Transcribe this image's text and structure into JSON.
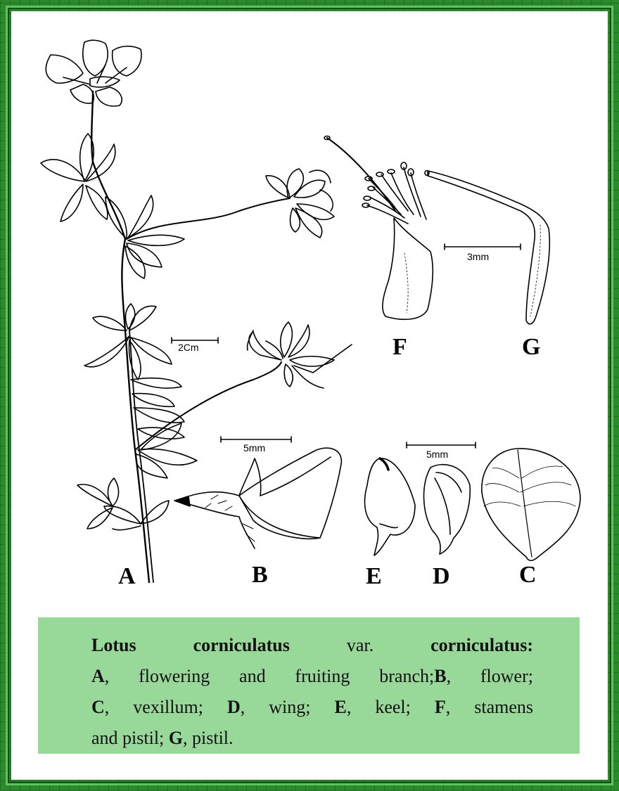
{
  "panel_labels": {
    "A": "A",
    "B": "B",
    "C": "C",
    "D": "D",
    "E": "E",
    "F": "F",
    "G": "G"
  },
  "scale_bars": {
    "plant": "2Cm",
    "flower": "5mm",
    "petals": "5mm",
    "stamens": "3mm"
  },
  "caption": {
    "taxon_genus": "Lotus",
    "taxon_species": "corniculatus",
    "rank_abbr": "var.",
    "variety": "corniculatus:",
    "items": [
      {
        "letter": "A",
        "text": ", flowering and fruiting branch;"
      },
      {
        "letter": "B",
        "text": ", flower;"
      },
      {
        "letter": "C",
        "text": ", vexillum;"
      },
      {
        "letter": "D",
        "text": ", wing;"
      },
      {
        "letter": "E",
        "text": ", keel;"
      },
      {
        "letter": "F",
        "text": ", stamens and pistil;"
      },
      {
        "letter": "G",
        "text": ", pistil."
      }
    ]
  },
  "colors": {
    "frame": "#2a8a2c",
    "caption_bg": "#98d99a",
    "paper": "#ffffff"
  }
}
